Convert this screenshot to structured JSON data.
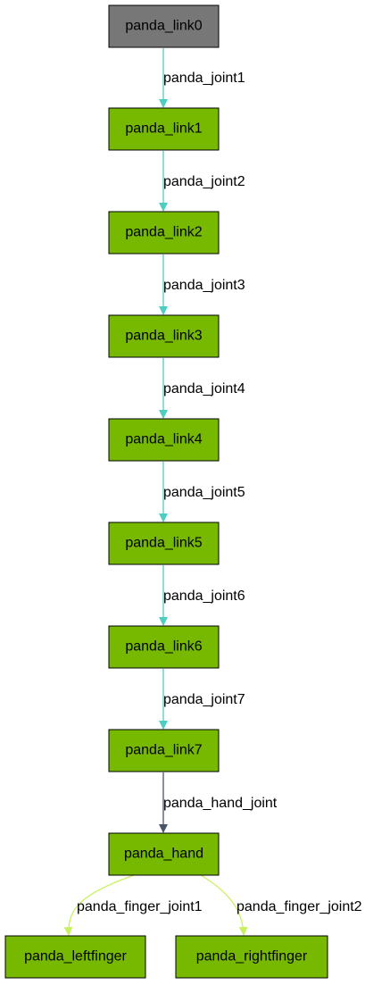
{
  "colors": {
    "root_fill": "#777777",
    "link_fill": "#76b900",
    "revolute_edge": "#4ecdc4",
    "fixed_edge": "#4a5568",
    "finger_edge": "#c8f060"
  },
  "nodes": [
    {
      "id": "panda_link0",
      "label": "panda_link0"
    },
    {
      "id": "panda_link1",
      "label": "panda_link1"
    },
    {
      "id": "panda_link2",
      "label": "panda_link2"
    },
    {
      "id": "panda_link3",
      "label": "panda_link3"
    },
    {
      "id": "panda_link4",
      "label": "panda_link4"
    },
    {
      "id": "panda_link5",
      "label": "panda_link5"
    },
    {
      "id": "panda_link6",
      "label": "panda_link6"
    },
    {
      "id": "panda_link7",
      "label": "panda_link7"
    },
    {
      "id": "panda_hand",
      "label": "panda_hand"
    },
    {
      "id": "panda_leftfinger",
      "label": "panda_leftfinger"
    },
    {
      "id": "panda_rightfinger",
      "label": "panda_rightfinger"
    }
  ],
  "edges": [
    {
      "from": "panda_link0",
      "to": "panda_link1",
      "label": "panda_joint1"
    },
    {
      "from": "panda_link1",
      "to": "panda_link2",
      "label": "panda_joint2"
    },
    {
      "from": "panda_link2",
      "to": "panda_link3",
      "label": "panda_joint3"
    },
    {
      "from": "panda_link3",
      "to": "panda_link4",
      "label": "panda_joint4"
    },
    {
      "from": "panda_link4",
      "to": "panda_link5",
      "label": "panda_joint5"
    },
    {
      "from": "panda_link5",
      "to": "panda_link6",
      "label": "panda_joint6"
    },
    {
      "from": "panda_link6",
      "to": "panda_link7",
      "label": "panda_joint7"
    },
    {
      "from": "panda_link7",
      "to": "panda_hand",
      "label": "panda_hand_joint"
    },
    {
      "from": "panda_hand",
      "to": "panda_leftfinger",
      "label": "panda_finger_joint1"
    },
    {
      "from": "panda_hand",
      "to": "panda_rightfinger",
      "label": "panda_finger_joint2"
    }
  ]
}
